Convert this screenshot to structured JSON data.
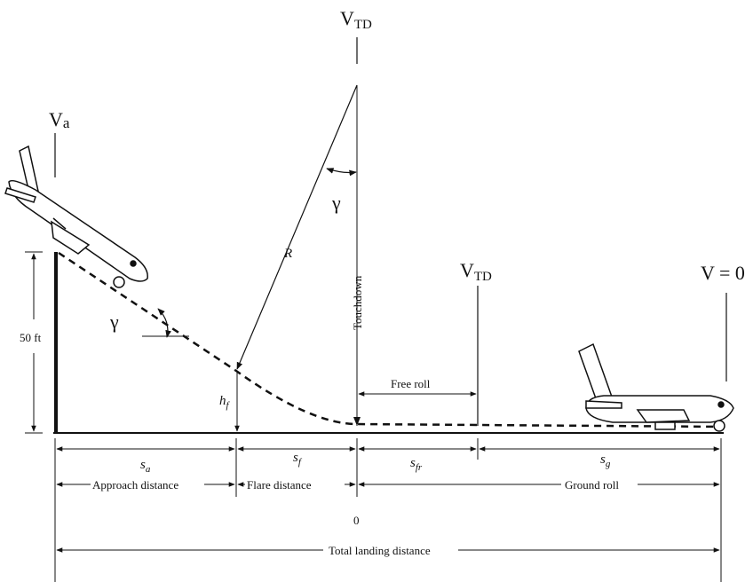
{
  "labels": {
    "v_td_top": "V",
    "v_td_top_sub": "TD",
    "v_td_mid": "V",
    "v_td_mid_sub": "TD",
    "v_a": "V",
    "v_a_sub": "a",
    "v_zero": "V = 0",
    "gamma_top": "γ",
    "gamma_left": "γ",
    "radius": "R",
    "touchdown": "Touchdown",
    "height_50": "50 ft",
    "h_f": "h",
    "h_f_sub": "f",
    "free_roll": "Free roll",
    "s_a": "s",
    "s_a_sub": "a",
    "s_f": "s",
    "s_f_sub": "f",
    "s_fr": "s",
    "s_fr_sub": "fr",
    "s_g": "s",
    "s_g_sub": "g",
    "approach_distance": "Approach distance",
    "flare_distance": "Flare distance",
    "ground_roll": "Ground roll",
    "origin": "0",
    "total_landing_distance": "Total landing distance"
  }
}
